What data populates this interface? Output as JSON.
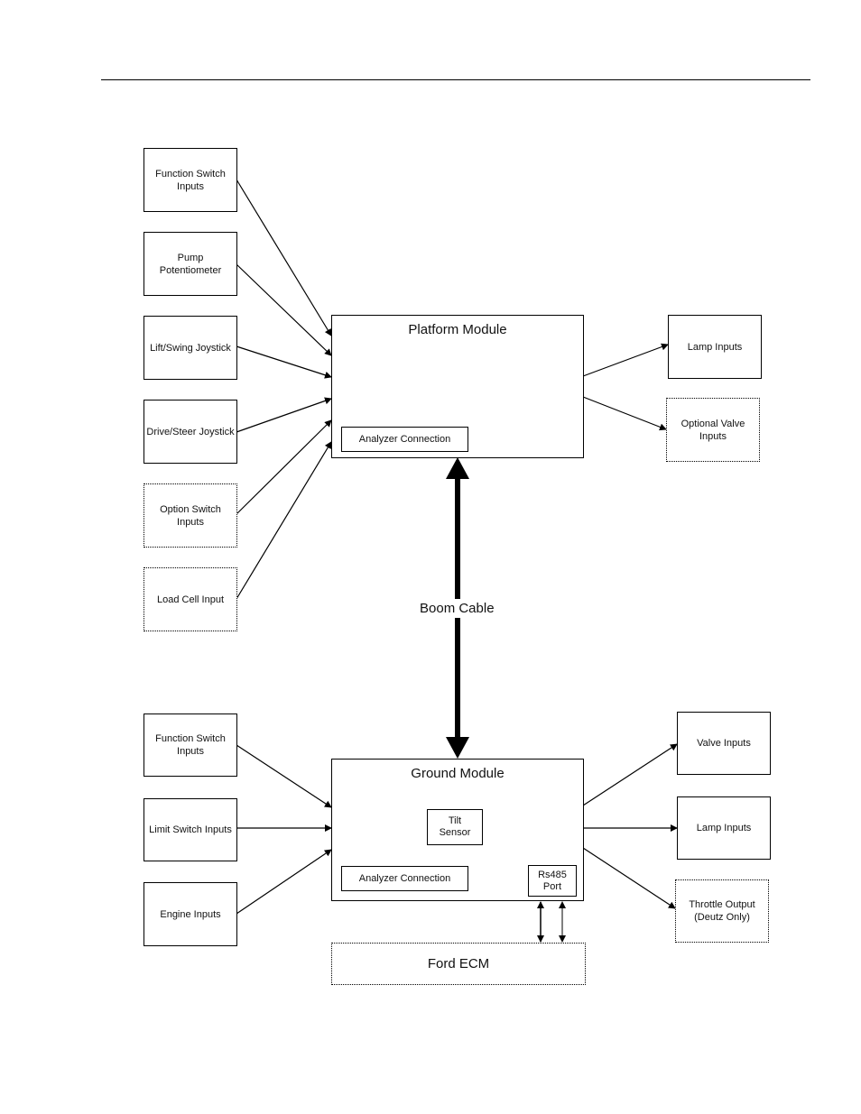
{
  "platform": {
    "title": "Platform Module",
    "analyzer": "Analyzer Connection",
    "inputs": [
      "Function Switch\nInputs",
      "Pump\nPotentiometer",
      "Lift/Swing Joystick",
      "Drive/Steer Joystick",
      "Option Switch\nInputs",
      "Load Cell Input"
    ],
    "outputs": [
      "Lamp Inputs",
      "Optional Valve\nInputs"
    ]
  },
  "cable": {
    "label": "Boom Cable"
  },
  "ground": {
    "title": "Ground Module",
    "tilt": "Tilt\nSensor",
    "analyzer": "Analyzer Connection",
    "rs485": "Rs485\nPort",
    "inputs": [
      "Function Switch\nInputs",
      "Limit Switch Inputs",
      "Engine Inputs"
    ],
    "outputs": [
      "Valve Inputs",
      "Lamp Inputs",
      "Throttle Output\n(Deutz Only)"
    ]
  },
  "ecm": {
    "label": "Ford ECM"
  }
}
